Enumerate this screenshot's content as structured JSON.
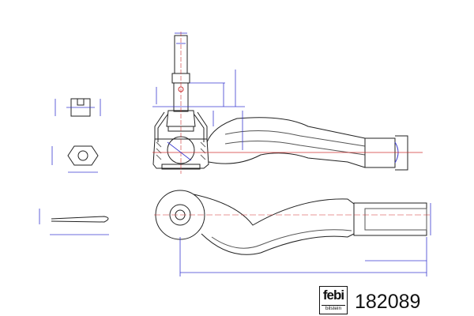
{
  "brand": {
    "logo_top": "febi",
    "logo_bottom": "bilstein"
  },
  "part_number": "182089",
  "colors": {
    "outline": "#222222",
    "dimension": "#3a3ad0",
    "centerline": "#d03030"
  }
}
